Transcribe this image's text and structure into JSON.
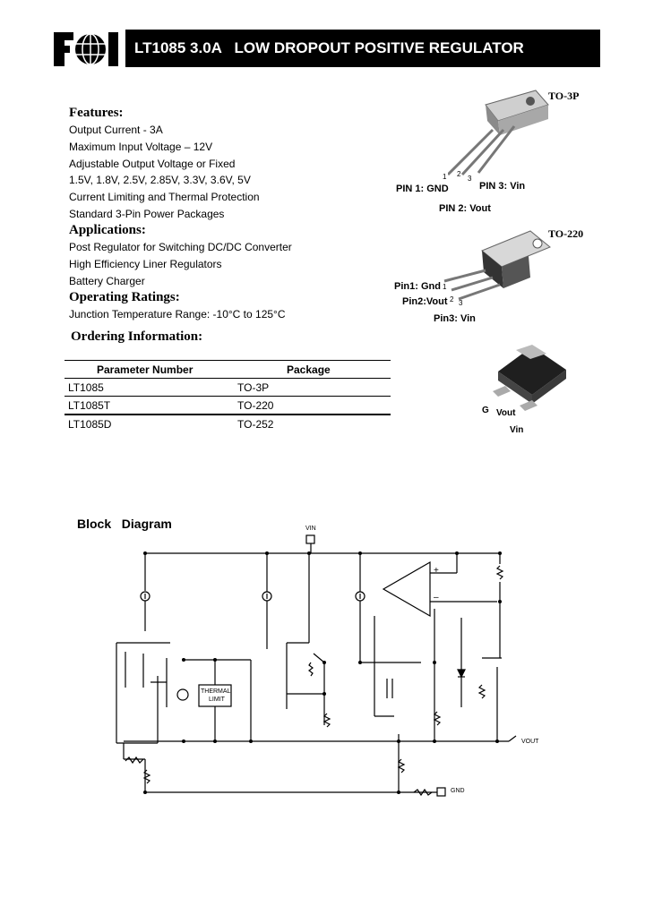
{
  "header": {
    "logo_text": "FCI",
    "title": "LT1085 3.0A   LOW DROPOUT POSITIVE REGULATOR"
  },
  "features": {
    "heading": "Features:",
    "items": [
      "Output Current - 3A",
      "Maximum Input Voltage – 12V",
      "Adjustable Output Voltage or Fixed",
      "1.5V, 1.8V, 2.5V, 2.85V, 3.3V, 3.6V, 5V",
      "Current Limiting and Thermal Protection",
      "Standard 3-Pin Power Packages"
    ]
  },
  "applications": {
    "heading": "Applications:",
    "items": [
      "Post Regulator for Switching DC/DC Converter",
      "High Efficiency Liner Regulators",
      "Battery Charger"
    ]
  },
  "operating": {
    "heading": "Operating Ratings:",
    "items": [
      "Junction Temperature Range: -10°C to 125°C"
    ]
  },
  "ordering": {
    "heading": "Ordering Information:",
    "columns": [
      "Parameter Number",
      "Package"
    ],
    "rows": [
      [
        "LT1085",
        "TO-3P"
      ],
      [
        "LT1085T",
        "TO-220"
      ],
      [
        "LT1085D",
        "TO-252"
      ]
    ]
  },
  "packages": {
    "to3p": {
      "name": "TO-3P",
      "pin1": "PIN 1: GND",
      "pin2": "PIN 2: Vout",
      "pin3": "PIN 3: Vin",
      "n1": "1",
      "n2": "2",
      "n3": "3"
    },
    "to220": {
      "name": "TO-220",
      "pin1": "Pin1: Gnd",
      "pin2": "Pin2:Vout",
      "pin3": "Pin3: Vin",
      "n1": "1",
      "n2": "2",
      "n3": "3"
    },
    "to252": {
      "g": "G",
      "vout": "Vout",
      "vin": "Vin"
    }
  },
  "block_diagram": {
    "title": "Block   Diagram",
    "vin_label": "VIN",
    "vout_label": "VOUT",
    "gnd_label": "GND",
    "thermal_label_1": "THERMAL",
    "thermal_label_2": "LIMIT",
    "plus": "+",
    "minus": "–"
  },
  "colors": {
    "title_bar": "#000000",
    "text": "#000000"
  }
}
